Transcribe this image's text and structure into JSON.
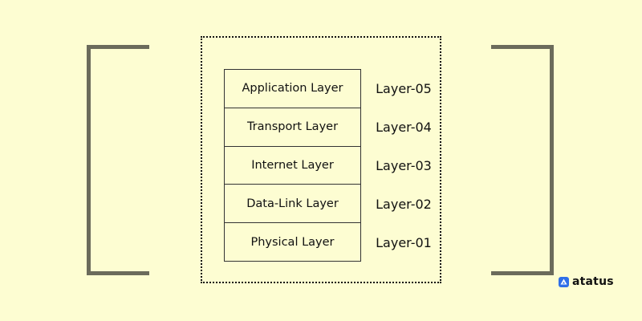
{
  "layers": [
    {
      "name": "Application Layer",
      "label": "Layer-05"
    },
    {
      "name": "Transport Layer",
      "label": "Layer-04"
    },
    {
      "name": "Internet Layer",
      "label": "Layer-03"
    },
    {
      "name": "Data-Link Layer",
      "label": "Layer-02"
    },
    {
      "name": "Physical Layer",
      "label": "Layer-01"
    }
  ],
  "brand": {
    "name": "atatus",
    "icon": "atatus-logo-icon",
    "color": "#2f6fe8"
  },
  "colors": {
    "background": "#fdfdd2",
    "bracket": "#6b6b5b"
  }
}
